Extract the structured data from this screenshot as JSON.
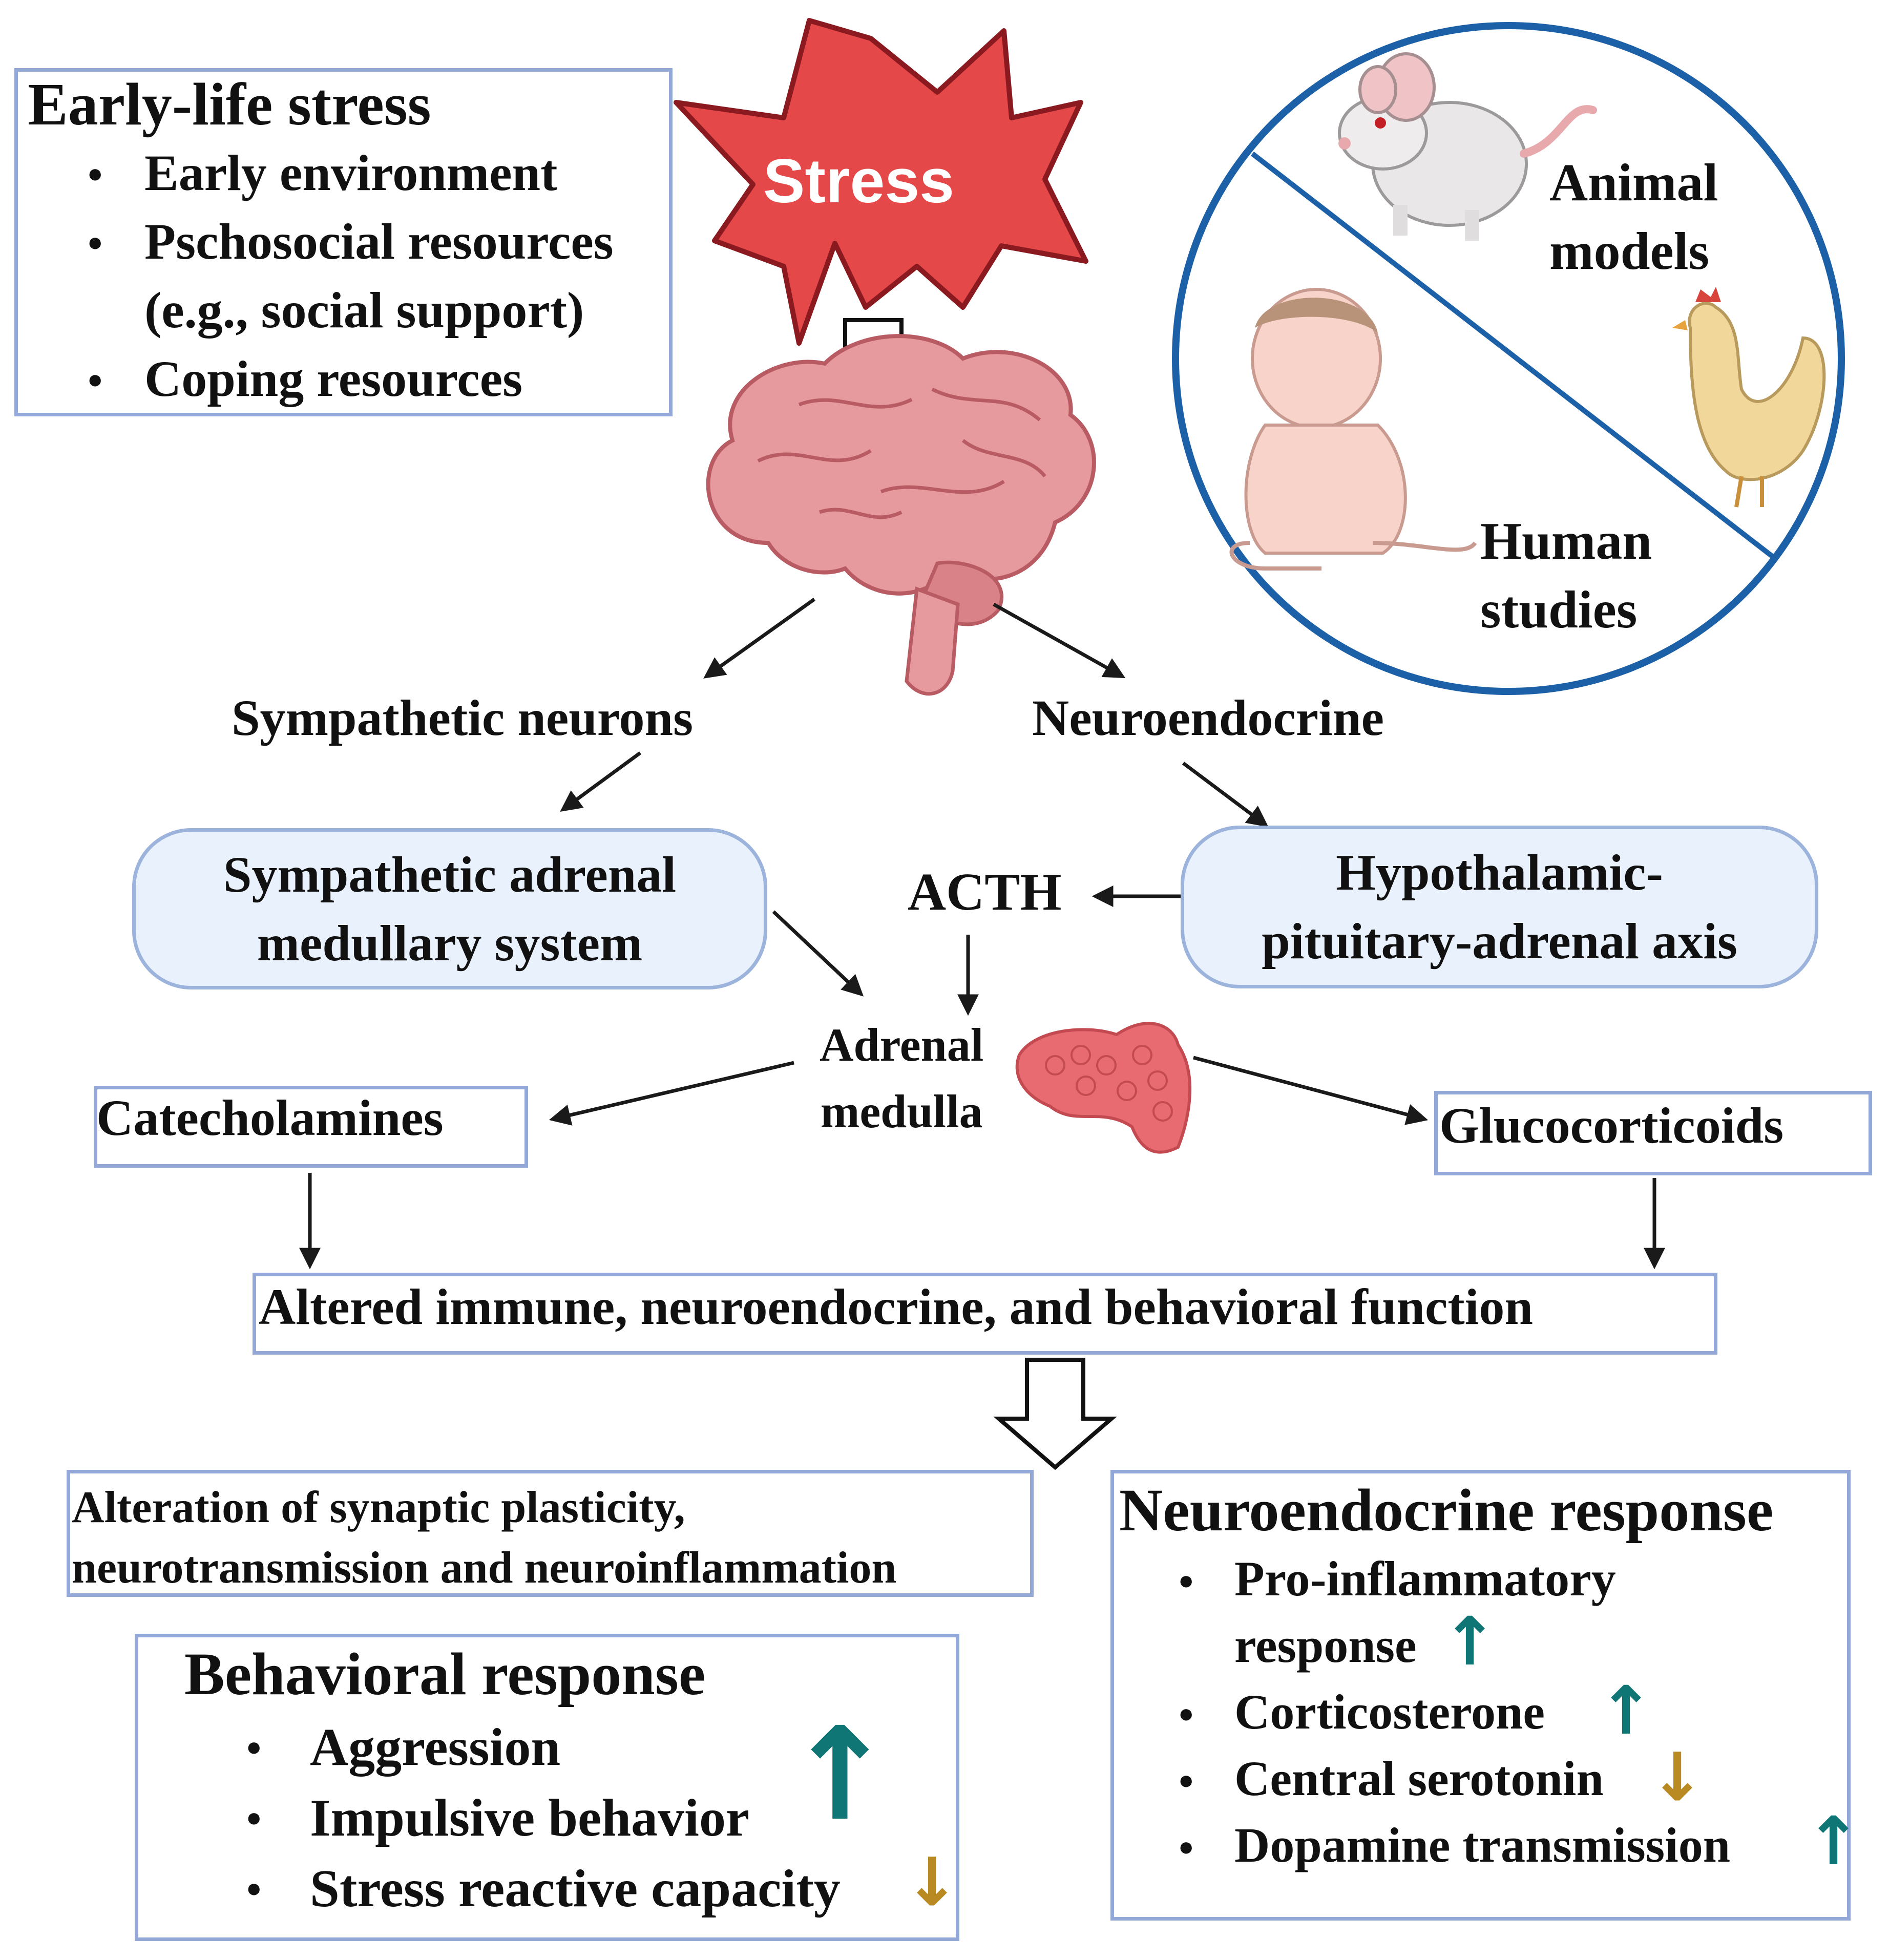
{
  "stress_label": "Stress",
  "early_life": {
    "title": "Early-life stress",
    "items": [
      "Early environment",
      "Pschosocial resources",
      "(e.g., social support)",
      "Coping resources"
    ]
  },
  "models": {
    "animal": [
      "Animal",
      "models"
    ],
    "human": [
      "Human",
      "studies"
    ]
  },
  "pathway": {
    "sympathetic_neurons": "Sympathetic neurons",
    "neuroendocrine": "Neuroendocrine",
    "sam": [
      "Sympathetic adrenal",
      "medullary system"
    ],
    "hpa": [
      "Hypothalamic-",
      "pituitary-adrenal axis"
    ],
    "acth": "ACTH",
    "adrenal": [
      "Adrenal",
      "medulla"
    ],
    "catecholamines": "Catecholamines",
    "glucocorticoids": "Glucocorticoids",
    "altered": "Altered immune, neuroendocrine, and behavioral function"
  },
  "synaptic": [
    "Alteration of synaptic plasticity,",
    "neurotransmission and neuroinflammation"
  ],
  "behavioral": {
    "title": "Behavioral response",
    "items": [
      "Aggression",
      "Impulsive behavior",
      "Stress reactive capacity"
    ]
  },
  "neuroendocrine_response": {
    "title": "Neuroendocrine response",
    "items": [
      "Pro-inflammatory",
      "response",
      "Corticosterone",
      "Central serotonin",
      "Dopamine transmission"
    ]
  },
  "colors": {
    "box_border": "#93a8d6",
    "pill_fill": "#e8f1fc",
    "stress_fill": "#e54848",
    "up_arrow": "#0f7575",
    "down_arrow": "#b88a21",
    "circle": "#1c61a8"
  },
  "icons": [
    "stress-burst-icon",
    "brain-icon",
    "mouse-icon",
    "chicken-icon",
    "baby-icon",
    "adrenal-gland-icon",
    "hollow-down-arrow-icon"
  ]
}
